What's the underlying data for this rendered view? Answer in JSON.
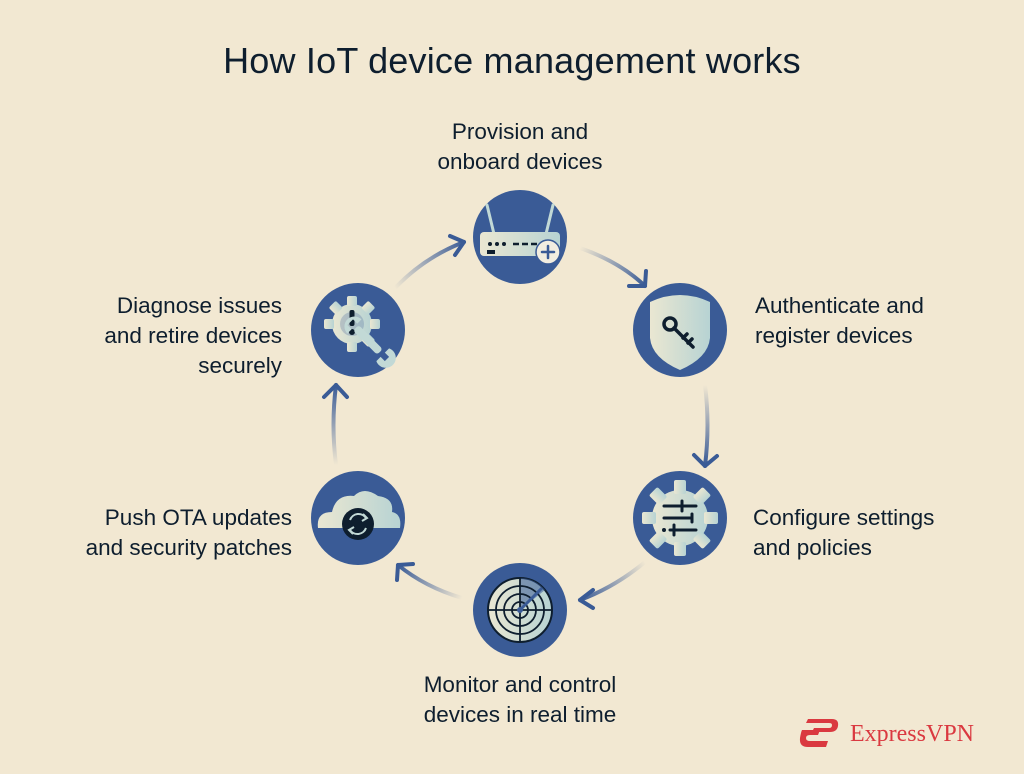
{
  "title": "How IoT device management works",
  "colors": {
    "background": "#f2e8d2",
    "circle": "#3a5b96",
    "icon_fill": "#c2d9d6",
    "text": "#0e1e2e",
    "brand": "#da3940"
  },
  "steps": [
    {
      "id": "provision",
      "line1": "Provision and",
      "line2": "onboard devices",
      "icon": "router-plus-icon"
    },
    {
      "id": "authenticate",
      "line1": "Authenticate and",
      "line2": "register devices",
      "icon": "shield-key-icon"
    },
    {
      "id": "configure",
      "line1": "Configure settings",
      "line2": "and policies",
      "icon": "gear-sliders-icon"
    },
    {
      "id": "monitor",
      "line1": "Monitor and control",
      "line2": "devices in real time",
      "icon": "radar-icon"
    },
    {
      "id": "push",
      "line1": "Push OTA updates",
      "line2": "and security patches",
      "icon": "cloud-sync-icon"
    },
    {
      "id": "diagnose",
      "line1": "Diagnose issues",
      "line2": "and retire devices",
      "line3": "securely",
      "icon": "gear-wrench-alert-icon"
    }
  ],
  "brand": {
    "name": "ExpressVPN"
  }
}
